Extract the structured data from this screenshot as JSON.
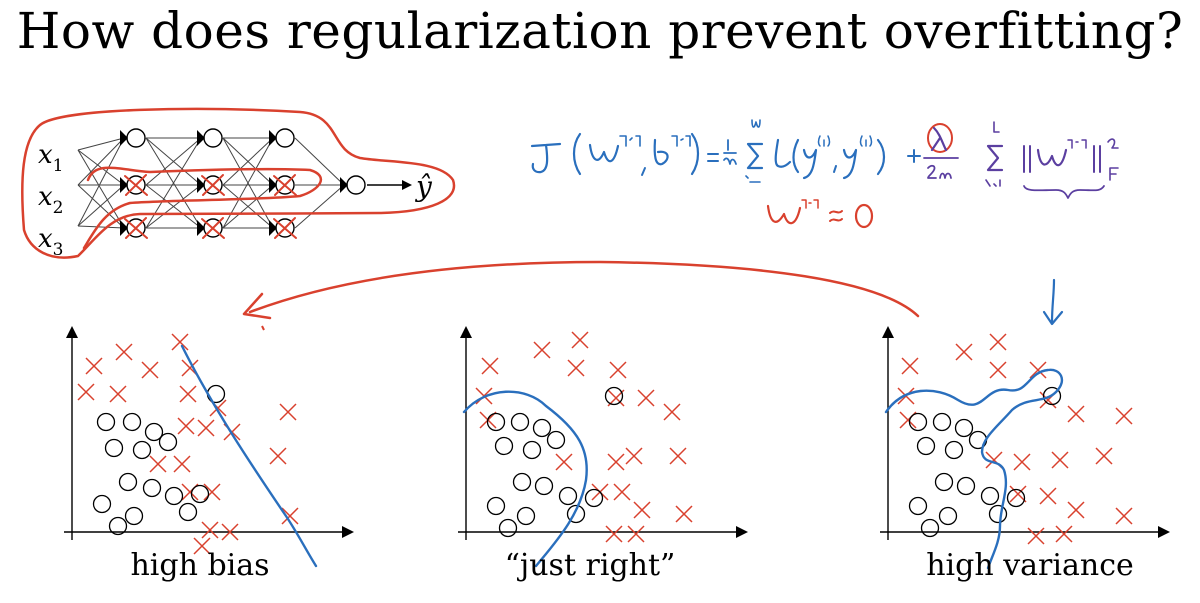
{
  "title": "How does regularization prevent overfitting?",
  "network": {
    "inputs": [
      "x",
      "x",
      "x"
    ],
    "input_subscripts": [
      "1",
      "2",
      "3"
    ],
    "output": "ŷ"
  },
  "equation": {
    "lhs": "J ( w[l], b[l] ) = 1/m Σ L(ŷ(i), y(i)) + λ/2m Σ ||w[l]||²F",
    "approx": "w[l] ≈ 0"
  },
  "plots": [
    {
      "caption": "high bias"
    },
    {
      "caption": "“just right”"
    },
    {
      "caption": "high variance"
    }
  ],
  "colors": {
    "pen_blue": "#2a6fbd",
    "pen_red": "#d9412e",
    "pen_purple": "#5b3fa0",
    "cross": "#d9412e",
    "circle": "#000000"
  }
}
